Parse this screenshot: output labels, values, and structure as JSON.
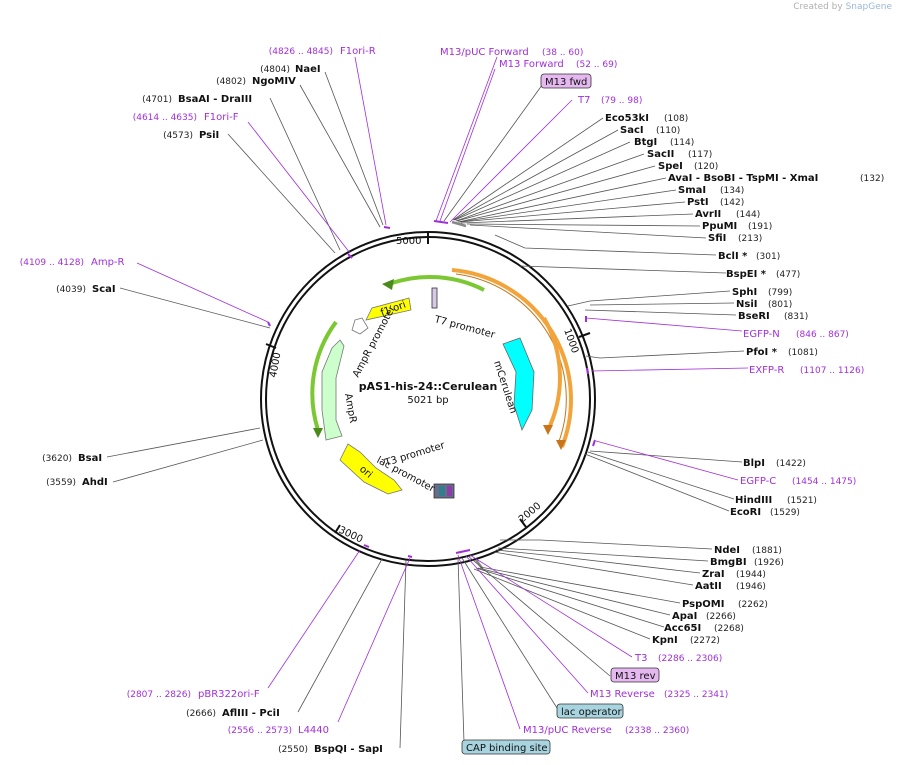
{
  "credit": {
    "prefix": "Created by ",
    "brand": "SnapGene"
  },
  "plasmid": {
    "name": "pAS1-his-24::Cerulean",
    "length_label": "5021 bp",
    "length": 5021
  },
  "ticks": [
    "1000",
    "2000",
    "3000",
    "4000",
    "5000"
  ],
  "enzymes": [
    {
      "name": "NaeI",
      "pos": "(4804)"
    },
    {
      "name": "NgoMIV",
      "pos": "(4802)"
    },
    {
      "name": "BsaAI  - DraIII",
      "pos": "(4701)"
    },
    {
      "name": "PsiI",
      "pos": "(4573)"
    },
    {
      "name": "ScaI",
      "pos": "(4039)"
    },
    {
      "name": "BsaI",
      "pos": "(3620)"
    },
    {
      "name": "AhdI",
      "pos": "(3559)"
    },
    {
      "name": "AflIII  - PciI",
      "pos": "(2666)"
    },
    {
      "name": "BspQI  - SapI",
      "pos": "(2550)"
    },
    {
      "name": "Eco53kI",
      "pos": "(108)"
    },
    {
      "name": "SacI",
      "pos": "(110)"
    },
    {
      "name": "BtgI",
      "pos": "(114)"
    },
    {
      "name": "SacII",
      "pos": "(117)"
    },
    {
      "name": "SpeI",
      "pos": "(120)"
    },
    {
      "name": "AvaI  - BsoBI  - TspMI  - XmaI",
      "pos": "(132)"
    },
    {
      "name": "SmaI",
      "pos": "(134)"
    },
    {
      "name": "PstI",
      "pos": "(142)"
    },
    {
      "name": "AvrII",
      "pos": "(144)"
    },
    {
      "name": "PpuMI",
      "pos": "(191)"
    },
    {
      "name": "SfiI",
      "pos": "(213)"
    },
    {
      "name": "BclI *",
      "pos": "(301)"
    },
    {
      "name": "BspEI *",
      "pos": "(477)"
    },
    {
      "name": "SphI",
      "pos": "(799)"
    },
    {
      "name": "NsiI",
      "pos": "(801)"
    },
    {
      "name": "BseRI",
      "pos": "(831)"
    },
    {
      "name": "PfoI *",
      "pos": "(1081)"
    },
    {
      "name": "BlpI",
      "pos": "(1422)"
    },
    {
      "name": "HindIII",
      "pos": "(1521)"
    },
    {
      "name": "EcoRI",
      "pos": "(1529)"
    },
    {
      "name": "NdeI",
      "pos": "(1881)"
    },
    {
      "name": "BmgBI",
      "pos": "(1926)"
    },
    {
      "name": "ZraI",
      "pos": "(1944)"
    },
    {
      "name": "AatII",
      "pos": "(1946)"
    },
    {
      "name": "PspOMI",
      "pos": "(2262)"
    },
    {
      "name": "ApaI",
      "pos": "(2266)"
    },
    {
      "name": "Acc65I",
      "pos": "(2268)"
    },
    {
      "name": "KpnI",
      "pos": "(2272)"
    }
  ],
  "primers": [
    {
      "name": "F1ori-R",
      "range": "(4826 .. 4845)"
    },
    {
      "name": "F1ori-F",
      "range": "(4614 .. 4635)"
    },
    {
      "name": "Amp-R",
      "range": "(4109 .. 4128)"
    },
    {
      "name": "pBR322ori-F",
      "range": "(2807 .. 2826)"
    },
    {
      "name": "L4440",
      "range": "(2556 .. 2573)"
    },
    {
      "name": "M13/pUC Forward",
      "range": "(38 .. 60)"
    },
    {
      "name": "M13 Forward",
      "range": "(52 .. 69)"
    },
    {
      "name": "T7",
      "range": "(79 .. 98)"
    },
    {
      "name": "EGFP-N",
      "range": "(846 .. 867)"
    },
    {
      "name": "EXFP-R",
      "range": "(1107 .. 1126)"
    },
    {
      "name": "EGFP-C",
      "range": "(1454 .. 1475)"
    },
    {
      "name": "T3",
      "range": "(2286 .. 2306)"
    },
    {
      "name": "M13 Reverse",
      "range": "(2325 .. 2341)"
    },
    {
      "name": "M13/pUC Reverse",
      "range": "(2338 .. 2360)"
    }
  ],
  "boxed_features": [
    {
      "name": "M13 fwd",
      "color": "#e6b8f0"
    },
    {
      "name": "M13 rev",
      "color": "#e6b8f0"
    },
    {
      "name": "lac operator",
      "color": "#a8d4e0"
    },
    {
      "name": "CAP binding site",
      "color": "#a8d4e0"
    }
  ],
  "inner_features": [
    {
      "name": "f1 ori",
      "color": "#ffff00"
    },
    {
      "name": "T7 promoter",
      "color": "#ffffff"
    },
    {
      "name": "AmpR promoter",
      "color": "#ffffff"
    },
    {
      "name": "AmpR",
      "color": "#ccffcc"
    },
    {
      "name": "mCerulean",
      "color": "#00ffff"
    },
    {
      "name": "T3 promoter",
      "color": "#ffffff"
    },
    {
      "name": "lac promoter",
      "color": "#ffffff"
    },
    {
      "name": "ori",
      "color": "#ffff00"
    }
  ],
  "colors": {
    "primer": "#a12fd9",
    "backbone": "#111111",
    "orange_arc": "#f2a43a",
    "green_arc": "#7bc832"
  }
}
